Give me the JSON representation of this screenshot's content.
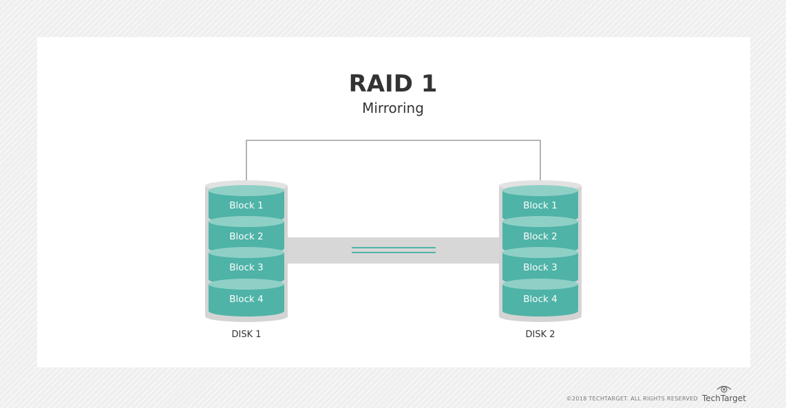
{
  "title": "RAID 1",
  "subtitle": "Mirroring",
  "disks": [
    {
      "label": "DISK 1",
      "blocks": [
        "Block 1",
        "Block 2",
        "Block 3",
        "Block 4"
      ]
    },
    {
      "label": "DISK 2",
      "blocks": [
        "Block 1",
        "Block 2",
        "Block 3",
        "Block 4"
      ]
    }
  ],
  "footer": {
    "copyright": "©2018 TECHTARGET. ALL RIGHTS RESERVED",
    "brand": "TechTarget"
  },
  "colors": {
    "block_fill": "#4fb3a7",
    "block_top": "#8fd0c6",
    "disk_shell": "#d4d4d4",
    "connector": "#d7d7d7",
    "line": "#888888"
  }
}
